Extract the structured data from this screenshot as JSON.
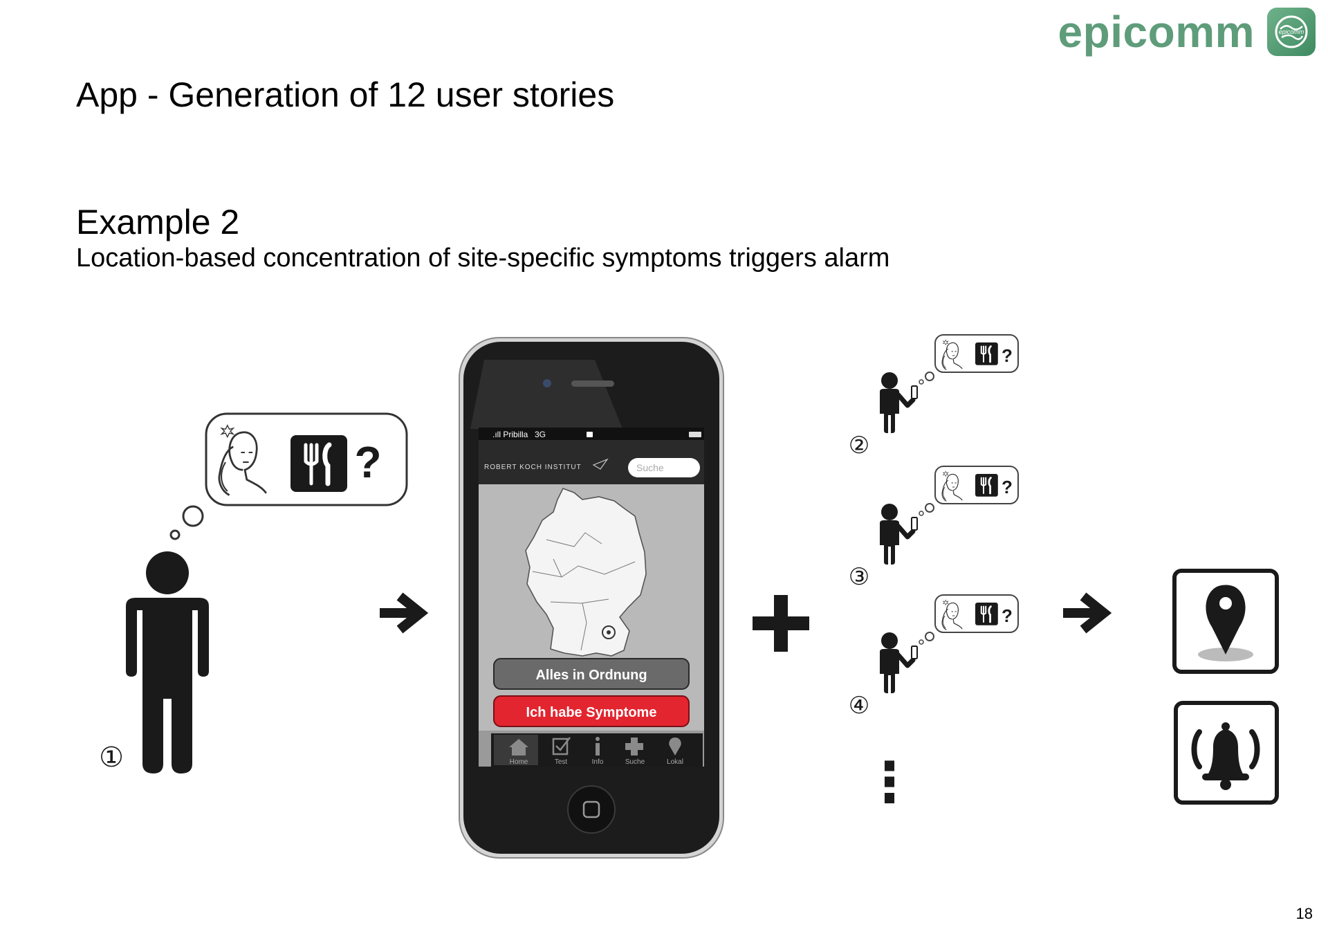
{
  "header": {
    "brand_name": "epicomm",
    "brand_badge": "epicomm",
    "title": "App - Generation of 12 user stories"
  },
  "example": {
    "heading": "Example 2",
    "description": "Location-based concentration of site-specific symptoms triggers alarm"
  },
  "step_markers": [
    "①",
    "②",
    "③",
    "④"
  ],
  "thought": {
    "question": "?"
  },
  "phone": {
    "status": {
      "carrier": "Pribilla",
      "network": "3G"
    },
    "institute": "ROBERT KOCH INSTITUT",
    "search_placeholder": "Suche",
    "buttons": {
      "ok": "Alles in Ordnung",
      "symptoms": "Ich habe Symptome"
    },
    "tabs": [
      "Home",
      "Test",
      "Info",
      "Suche",
      "Lokal"
    ]
  },
  "continuation": "⋮",
  "outputs": [
    "map-pin-icon",
    "alarm-bell-icon"
  ],
  "colors": {
    "brand": "#5e9c7a",
    "alarm_button": "#e3252f",
    "ink": "#1a1a1a"
  },
  "footer": {
    "page_number": "18"
  }
}
